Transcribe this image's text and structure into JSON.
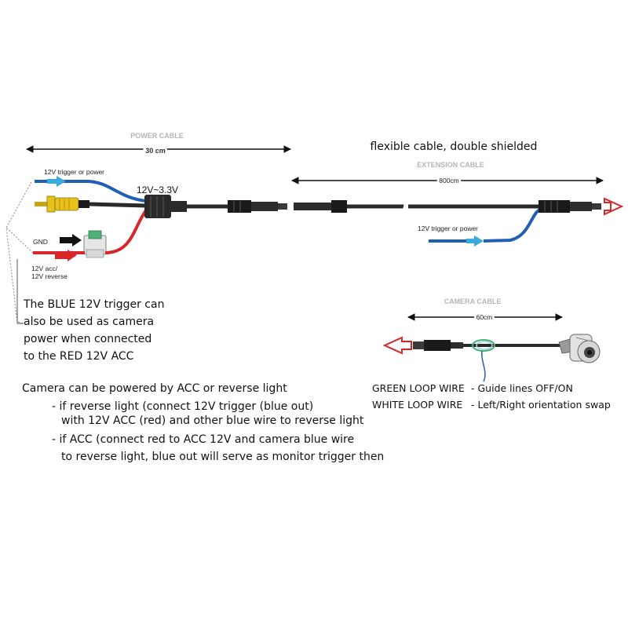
{
  "power_cable": {
    "title": "POWER CABLE",
    "length": "30 cm",
    "voltage": "12V~3.3V",
    "trigger_label": "12V  trigger or power",
    "gnd_label": "GND",
    "acc_label_1": "12V acc/",
    "acc_label_2": "12V reverse"
  },
  "extension_cable": {
    "title": "EXTENSION CABLE",
    "length": "800cm",
    "note": "flexible cable, double shielded",
    "trigger_label": "12V  trigger or power"
  },
  "camera_cable": {
    "title": "CAMERA CABLE",
    "length": "60cm"
  },
  "blue_note": [
    "The BLUE 12V trigger can",
    "also be used as camera",
    "power when connected",
    "to the RED 12V ACC"
  ],
  "legend": [
    {
      "wire": "GREEN LOOP WIRE",
      "function": "- Guide lines OFF/ON"
    },
    {
      "wire": "WHITE LOOP WIRE",
      "function": "- Left/Right orientation swap"
    }
  ],
  "instructions": [
    "Camera can be powered by ACC or reverse light",
    "- if reverse light (connect 12V trigger (blue out)",
    "with 12V ACC (red) and other blue wire to reverse light",
    "- if ACC (connect red to ACC 12V and camera blue wire",
    "to reverse light, blue out will serve as monitor trigger then"
  ],
  "colors": {
    "blue_wire": "#1f5fb4",
    "red_wire": "#d8262b",
    "black_wire": "#2a2a2a",
    "rca_yellow": "#e8c21a",
    "arrow_cyan": "#3aa9dc",
    "arrow_red": "#d8262b",
    "label_gray": "#b5b5b5"
  }
}
